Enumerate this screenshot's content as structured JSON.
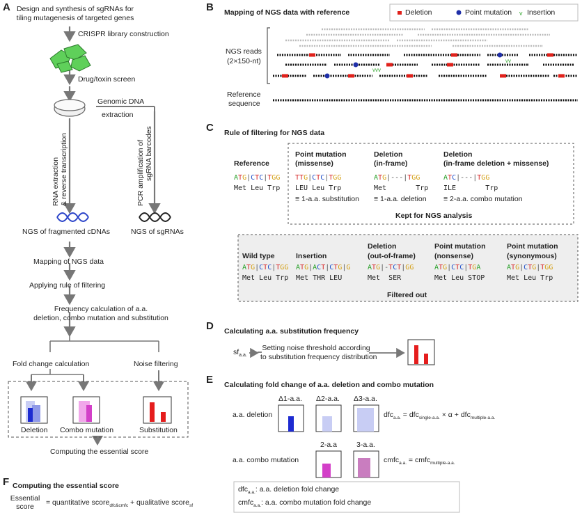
{
  "panelA": {
    "label": "A",
    "step1": "Design and synthesis of sgRNAs for",
    "step1b": "tiling mutagenesis of targeted genes",
    "step2": "CRISPR library construction",
    "step3": "Drug/toxin screen",
    "genomic": "Genomic DNA",
    "extraction": "extraction",
    "rna": "RNA extraction",
    "rt": "& reverse transcription",
    "pcr": "PCR amplification of",
    "barcodes": "sgRNA barcodes",
    "ngs_cdna": "NGS of fragmented cDNAs",
    "ngs_sgrna": "NGS of sgRNAs",
    "mapping": "Mapping of NGS data",
    "filtering": "Applying rule of filtering",
    "freq1": "Frequency calculation of a.a.",
    "freq2": "deletion, combo mutation and substitution",
    "fold": "Fold change calculation",
    "noise": "Noise filtering",
    "deletion": "Deletion",
    "combo": "Combo mutation",
    "substitution": "Substitution",
    "essential": "Computing the essential score"
  },
  "panelB": {
    "label": "B",
    "title": "Mapping of NGS data with reference",
    "legend_deletion": "Deletion",
    "legend_point": "Point mutation",
    "legend_insertion": "Insertion",
    "ngs_reads": "NGS reads",
    "read_len": "(2×150-nt)",
    "reference": "Reference",
    "sequence": "sequence"
  },
  "panelC": {
    "label": "C",
    "title": "Rule of filtering for NGS data",
    "ref_title": "Reference",
    "ref_seq": "ATG|CTC|TGG",
    "ref_aa": "Met Leu Trp",
    "pm_title1": "Point mutation",
    "pm_title2": "(missense)",
    "pm_seq": "TTG|CTC|TGG",
    "pm_aa": "LEU Leu Trp",
    "pm_note": "≡ 1-a.a. substitution",
    "del_title1": "Deletion",
    "del_title2": "(in-frame)",
    "del_seq": "ATG|---|TGG",
    "del_aa": "Met       Trp",
    "del_note": "≡ 1-a.a. deletion",
    "dm_title1": "Deletion",
    "dm_title2": "(in-frame deletion + missense)",
    "dm_seq": "ATC|---|TGG",
    "dm_aa": "ILE       Trp",
    "dm_note": "≡ 2-a.a. combo mutation",
    "kept": "Kept for NGS analysis",
    "wt_title": "Wild type",
    "wt_seq": "ATG|CTC|TGG",
    "wt_aa": "Met Leu Trp",
    "ins_title": "Insertion",
    "ins_seq": "ATG|ACT|CTG|G",
    "ins_aa": "Met THR LEU",
    "doof_title1": "Deletion",
    "doof_title2": "(out-of-frame)",
    "doof_seq": "ATG|-TCT|GG",
    "doof_aa": "Met  SER",
    "non_title1": "Point mutation",
    "non_title2": "(nonsense)",
    "non_seq": "ATG|CTC|TGA",
    "non_aa": "Met Leu STOP",
    "syn_title1": "Point mutation",
    "syn_title2": "(synonymous)",
    "syn_seq": "ATG|CTG|TGG",
    "syn_aa": "Met Leu Trp",
    "filtered": "Filtered out"
  },
  "panelD": {
    "label": "D",
    "title": "Calculating a.a. substitution frequency",
    "sf": "sf",
    "sf_sub": "a.a.",
    "text1": "Setting noise threshold according",
    "text2": "to substitution frequency distribution"
  },
  "panelE": {
    "label": "E",
    "title": "Calculating fold change of a.a. deletion and combo mutation",
    "del_label": "a.a. deletion",
    "d1": "Δ1-a.a.",
    "d2": "Δ2-a.a.",
    "d3": "Δ3-a.a.",
    "combo_label": "a.a. combo mutation",
    "c2": "2-a.a",
    "c3": "3-a.a.",
    "dfc_eq_a": "dfc",
    "dfc_eq_sub": "a.a.",
    "dfc_eq_b": " = dfc",
    "dfc_eq_sub2": "single-a.a.",
    "dfc_eq_c": " × α + dfc",
    "dfc_eq_sub3": "multiple-a.a.",
    "cmfc_eq_a": "cmfc",
    "cmfc_eq_sub": "a.a.",
    "cmfc_eq_b": " = cmfc",
    "cmfc_eq_sub2": "multiple-a.a.",
    "note1_a": "dfc",
    "note1_sub": "a.a.",
    "note1_b": ": a.a. deletion fold change",
    "note2_a": "cmfc",
    "note2_sub": "a.a.",
    "note2_b": ": a.a. combo mutation fold change"
  },
  "panelF": {
    "label": "F",
    "title": "Computing the essential score",
    "essential1": "Essential",
    "essential2": "score",
    "eq_a": "= quantitative score",
    "eq_sub1": "dfc&cmfc",
    "eq_b": " + qualitative score",
    "eq_sub2": "sf"
  },
  "colors": {
    "deletion": "#e0211b",
    "point": "#1f2fa8",
    "insertion": "#39a935",
    "nuc_A": "#2aa02a",
    "nuc_T": "#d62728",
    "nuc_G": "#d4a017",
    "nuc_C": "#1f4fc8",
    "blue_bar": "#1d2bd1",
    "light_blue": "#c8cdf4",
    "magenta": "#d33fc8",
    "pink": "#f1a7ea",
    "red_bar": "#e51d1d"
  }
}
